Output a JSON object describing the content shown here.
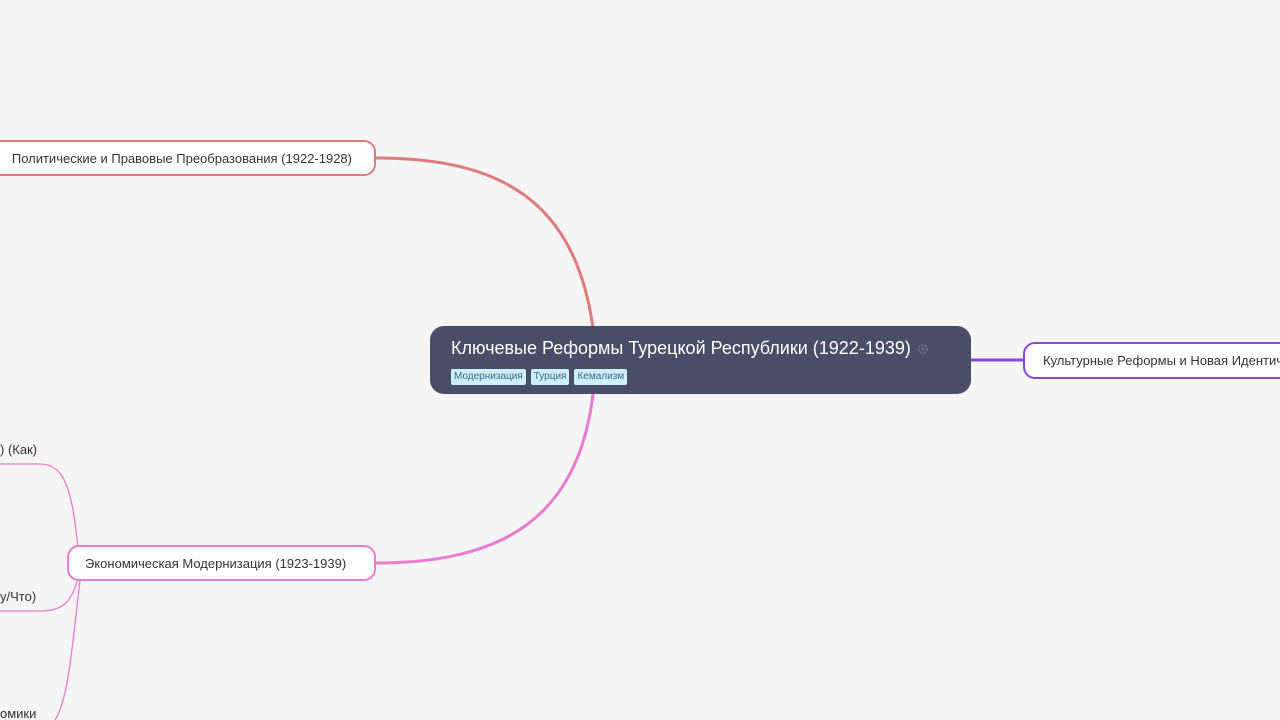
{
  "root": {
    "title": "Ключевые Реформы Турецкой Республики (1922-1939)",
    "tags": [
      "Модернизация",
      "Турция",
      "Кемализм"
    ]
  },
  "branches": {
    "political": "Политические и Правовые Преобразования (1922-1928)",
    "economic": "Экономическая Модернизация (1923-1939)",
    "cultural": "Культурные Реформы и Новая Идентичность"
  },
  "leaves": {
    "leaf_1": ") (Как)",
    "leaf_2": "у/Что)",
    "leaf_3": "омики"
  },
  "colors": {
    "background": "#f5f5f5",
    "root_bg": "#4a4d66",
    "political": "#e07b7b",
    "economic": "#e97bd0",
    "cultural": "#8b45e0",
    "tag_bg": "#cdeefb"
  },
  "icons": {
    "root_settings": "gear-icon"
  }
}
